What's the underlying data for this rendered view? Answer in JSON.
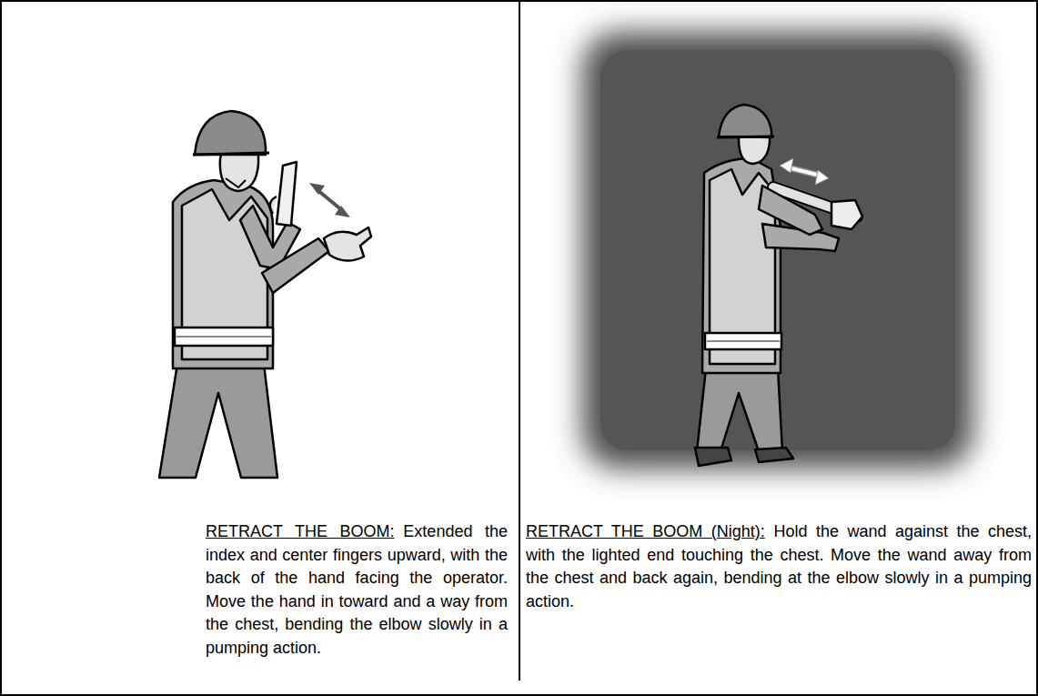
{
  "diagram": {
    "nodes": [
      {
        "text": [
          "RETRACT THE BOOM:",
          "Extended the index and center fingers upward, with the back of the hand facing the operator. Move the hand in toward and a way from the chest, bending the elbow slowly in a pumping action."
        ]
      },
      {
        "text": [
          "RETRACT THE BOOM (Night):",
          "Hold the wand against the chest, with the lighted end touching the chest. Move the wand away from the chest and back again, bending at the elbow slowly in a pumping action."
        ]
      }
    ]
  }
}
